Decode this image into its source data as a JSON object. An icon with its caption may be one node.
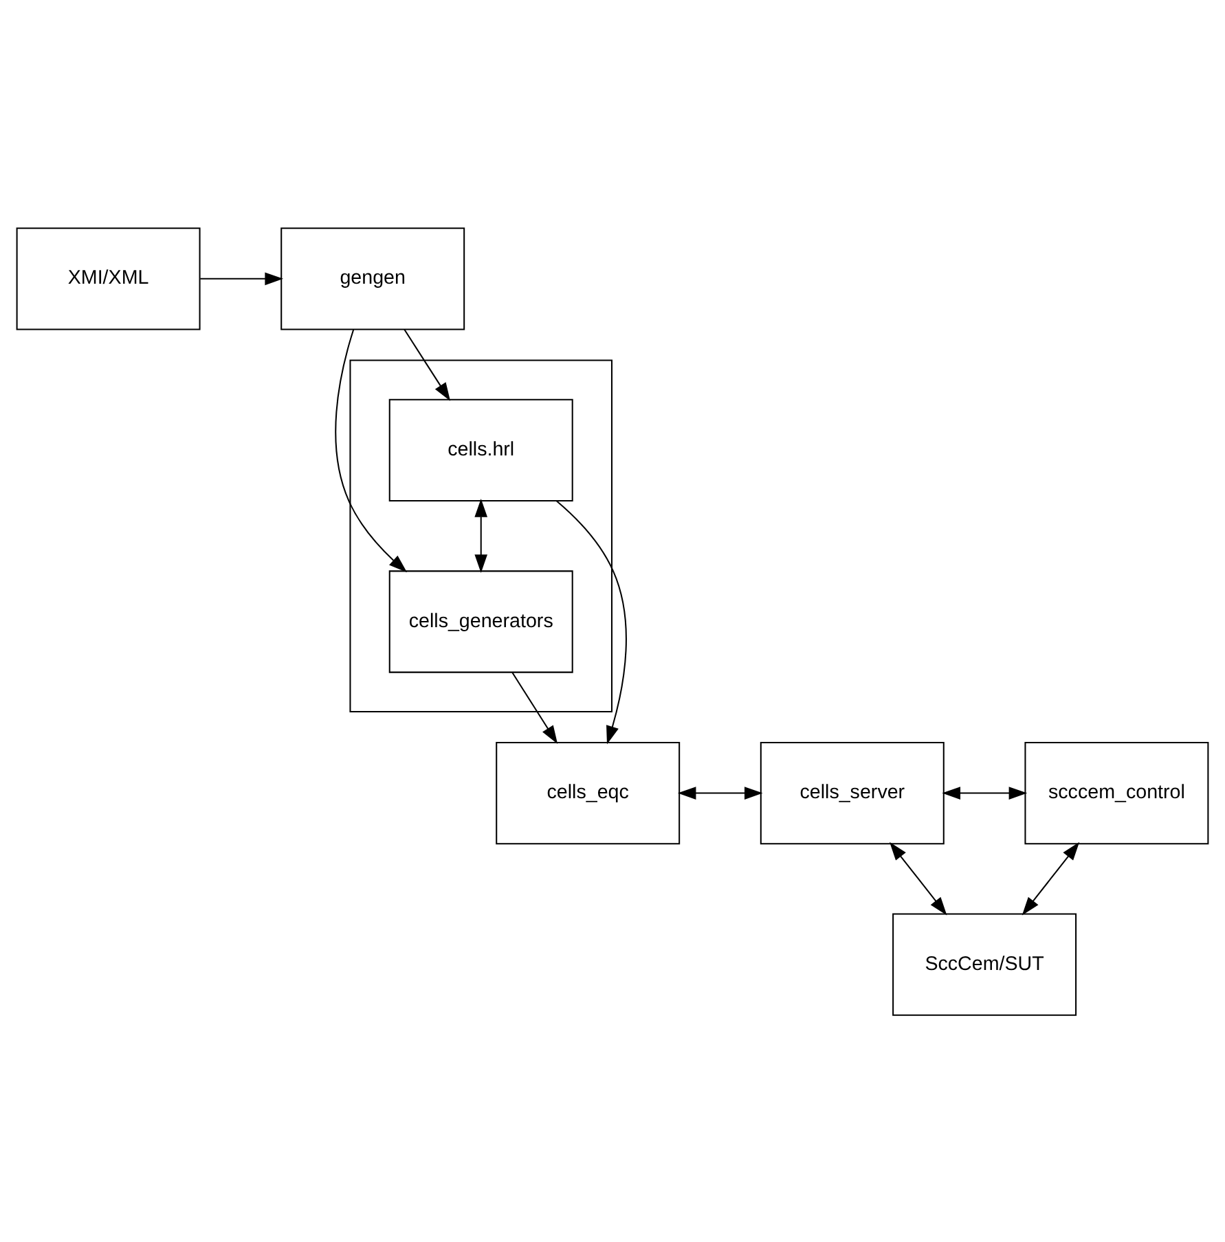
{
  "diagram": {
    "nodes": [
      {
        "text": [
          "gengen"
        ]
      },
      {
        "text": [
          "XMI/XML"
        ]
      },
      {
        "text": [],
        "shape": "box"
      },
      {
        "text": [
          "cells.hrl"
        ],
        "in": 2
      },
      {
        "text": [
          "cells_generators"
        ],
        "in": 2
      },
      {
        "text": [
          "cells_eqc"
        ]
      },
      {
        "text": [
          "cells_server"
        ]
      },
      {
        "text": [
          "scccem_control"
        ]
      },
      {
        "text": [
          "SccCem/SUT"
        ]
      }
    ],
    "edges": [
      {
        "from": 1,
        "to": 0,
        "arrow": "to"
      },
      {
        "from": 0,
        "to": 3,
        "arrow": "to"
      },
      {
        "from": 0,
        "to": 4,
        "arrow": "to"
      },
      {
        "from": 3,
        "to": 4,
        "arrow": "both"
      },
      {
        "from": 3,
        "to": 5,
        "arrow": "to"
      },
      {
        "from": 4,
        "to": 5,
        "arrow": "to"
      },
      {
        "from": 5,
        "to": 6,
        "arrow": "both"
      },
      {
        "from": 6,
        "to": 7,
        "arrow": "both"
      },
      {
        "from": 6,
        "to": 8,
        "arrow": "both"
      },
      {
        "from": 7,
        "to": 8,
        "arrow": "both"
      }
    ]
  }
}
